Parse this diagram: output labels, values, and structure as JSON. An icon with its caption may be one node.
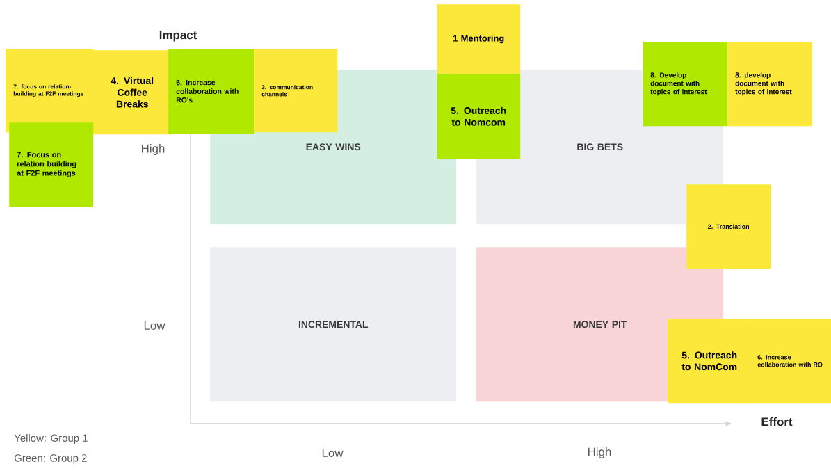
{
  "diagram": {
    "nodes": [
      {
        "text": [
          "7. focus on relation-building at F2F meetings"
        ]
      },
      {
        "text": [
          "4. Virtual Coffee Breaks"
        ]
      },
      {
        "text": [
          "6. Increase collaboration with RO's"
        ]
      },
      {
        "text": [
          "3. communication channels"
        ]
      },
      {
        "text": [
          "7. Focus on relation building at F2F meetings"
        ]
      },
      {
        "text": [
          "1 Mentoring"
        ]
      },
      {
        "text": [
          "5. Outreach to Nomcom"
        ]
      },
      {
        "text": [
          "8. Develop document with topics of interest"
        ]
      },
      {
        "text": [
          "8. develop document with topics of interest"
        ]
      },
      {
        "text": [
          "EASY WINS"
        ]
      },
      {
        "text": [
          "BIG BETS"
        ]
      },
      {
        "text": [
          "2. Translation"
        ]
      },
      {
        "text": [
          "INCREMENTAL"
        ]
      },
      {
        "text": [
          "MONEY PIT"
        ]
      },
      {
        "text": [
          "5. Outreach to NomCom"
        ]
      },
      {
        "text": [
          "6. Increase collaboration with RO"
        ]
      }
    ],
    "edges": [],
    "labels": [
      "Impact",
      "High",
      "Low",
      "Effort",
      "Yellow: Group 1",
      "Green: Group 2",
      "Low",
      "High"
    ]
  }
}
